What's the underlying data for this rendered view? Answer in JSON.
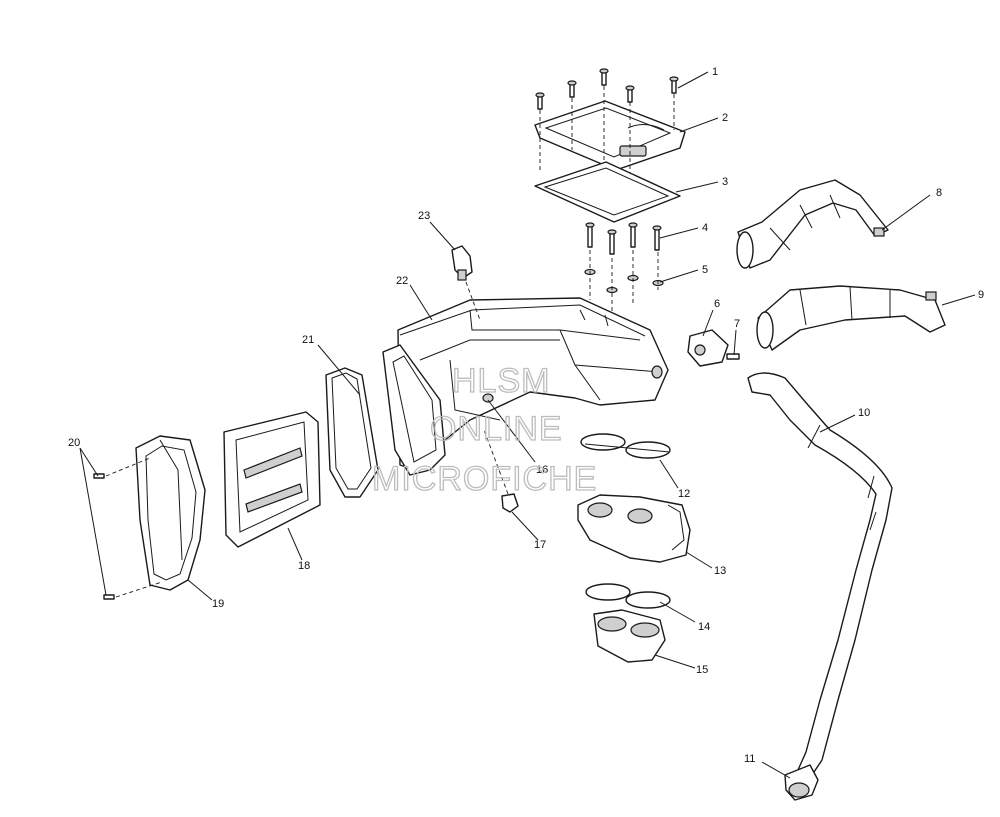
{
  "callouts": [
    "1",
    "2",
    "3",
    "4",
    "5",
    "6",
    "7",
    "8",
    "9",
    "10",
    "11",
    "12",
    "13",
    "14",
    "15",
    "16",
    "17",
    "18",
    "19",
    "20",
    "21",
    "22",
    "23"
  ],
  "watermark": {
    "line1": "HLSM",
    "line2": "ONLINE",
    "line3": "MICROFICHE"
  }
}
